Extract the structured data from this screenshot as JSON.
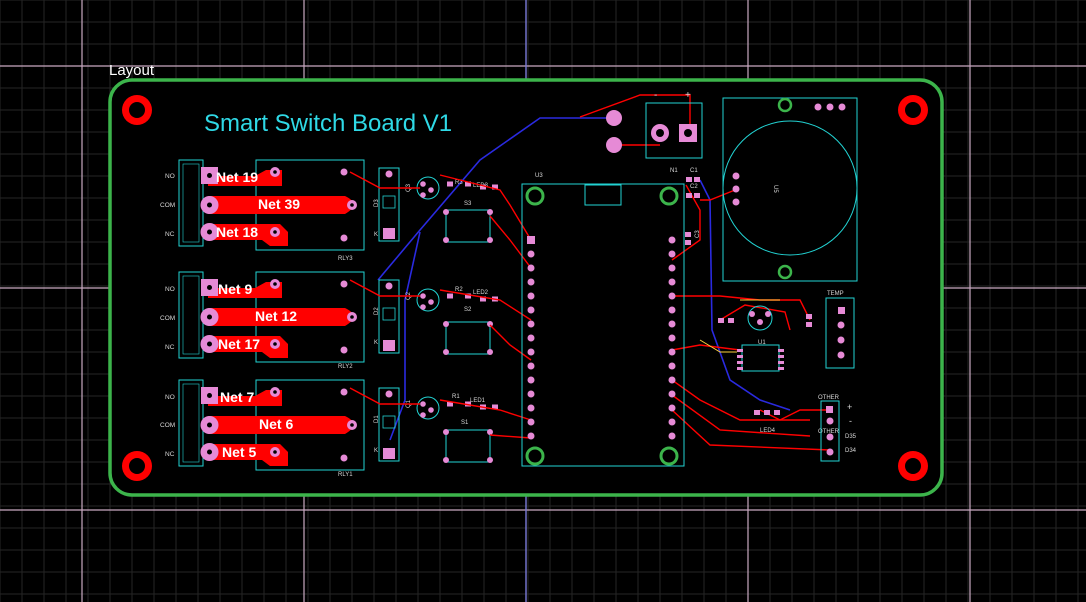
{
  "layer_label": "Layout",
  "board_title": "Smart Switch Board V1",
  "colors": {
    "background": "#000000",
    "grid_minor": "#262626",
    "grid_major": "#c9a9c1",
    "board_outline": "#3cb44b",
    "copper_top": "#ff0000",
    "copper_bottom": "#2a2ae0",
    "pad": "#e68ad6",
    "silkscreen": "#22d3d3",
    "title": "#2fd9e6"
  },
  "relays": [
    {
      "ref": "RLY3",
      "diode": "D3",
      "transistor": "Q3",
      "resistor": "R3",
      "led": "LED3",
      "switch": "S3",
      "terminals": [
        {
          "label": "NO",
          "net": "Net 19"
        },
        {
          "label": "COM",
          "net": "Net 39"
        },
        {
          "label": "NC",
          "net": "Net 18"
        }
      ]
    },
    {
      "ref": "RLY2",
      "diode": "D2",
      "transistor": "Q2",
      "resistor": "R2",
      "led": "LED2",
      "switch": "S2",
      "terminals": [
        {
          "label": "NO",
          "net": "Net 9"
        },
        {
          "label": "COM",
          "net": "Net 12"
        },
        {
          "label": "NC",
          "net": "Net 17"
        }
      ]
    },
    {
      "ref": "RLY1",
      "diode": "D1",
      "transistor": "Q1",
      "resistor": "R1",
      "led": "LED1",
      "switch": "S1",
      "terminals": [
        {
          "label": "NO",
          "net": "Net 7"
        },
        {
          "label": "COM",
          "net": "Net 6"
        },
        {
          "label": "NC",
          "net": "Net 5"
        }
      ]
    }
  ],
  "components": {
    "mcu": "U3",
    "power_connector": "N1",
    "power_plus": "+",
    "power_minus": "-",
    "cap1": "C1",
    "cap2": "C2",
    "cap3": "C3",
    "regulator": "U1",
    "module": "U5",
    "led4": "LED4",
    "temp_header": "TEMP",
    "other_header": "OTHER",
    "other_header_2": "OTHER",
    "pin_d35": "D35",
    "pin_d34": "D34",
    "plus_sign": "+",
    "minus_sign": "-",
    "diode_k": "K"
  }
}
